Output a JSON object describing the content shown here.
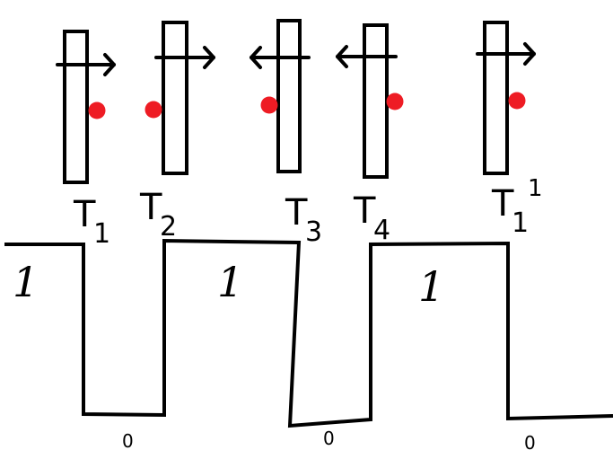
{
  "diagram": {
    "colors": {
      "ink": "#000000",
      "dot": "#ee1c24",
      "background": "#ffffff"
    },
    "frames": [
      {
        "time_label": "T",
        "time_sub": "1",
        "arrow": "right",
        "dot_side": "right"
      },
      {
        "time_label": "T",
        "time_sub": "2",
        "arrow": "right",
        "dot_side": "left"
      },
      {
        "time_label": "T",
        "time_sub": "3",
        "arrow": "left",
        "dot_side": "left"
      },
      {
        "time_label": "T",
        "time_sub": "4",
        "arrow": "left",
        "dot_side": "right"
      },
      {
        "time_label": "T",
        "time_sub": "1",
        "time_sup": "1",
        "arrow": "right",
        "dot_side": "right"
      }
    ],
    "signal": {
      "high_label": "1",
      "low_label": "0",
      "segments": [
        {
          "level": 1,
          "labeled": true
        },
        {
          "level": 0,
          "labeled": true
        },
        {
          "level": 1,
          "labeled": true
        },
        {
          "level": 0,
          "labeled": true
        },
        {
          "level": 1,
          "labeled": true
        },
        {
          "level": 0,
          "labeled": true
        }
      ]
    }
  }
}
